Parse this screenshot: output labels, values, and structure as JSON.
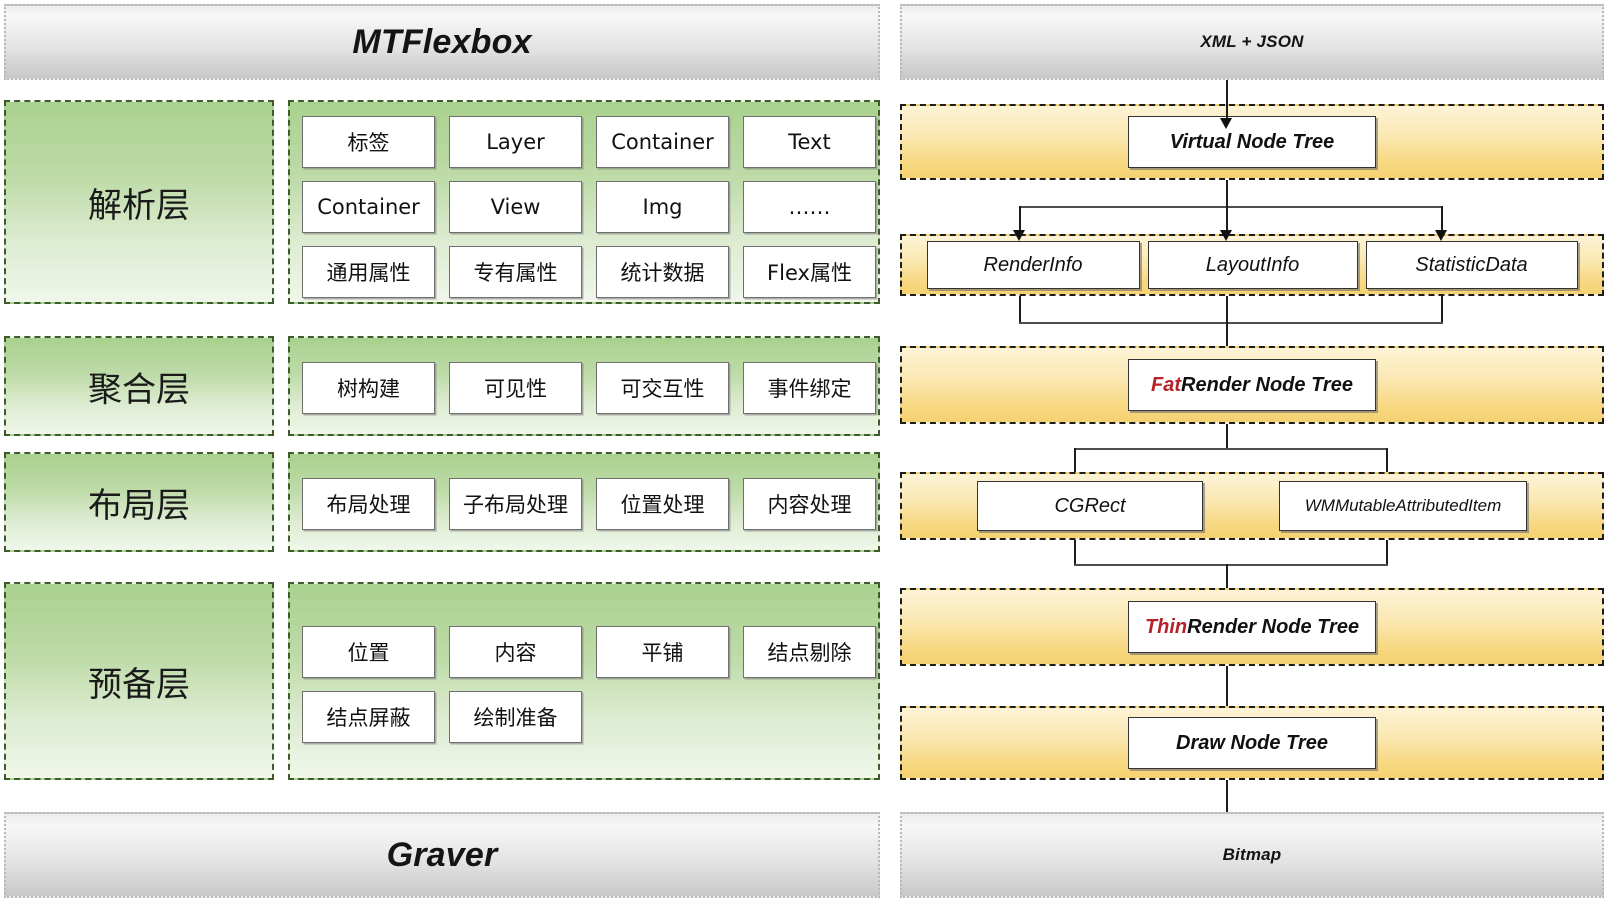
{
  "left": {
    "header": {
      "title": "MTFlexbox"
    },
    "footer": {
      "title": "Graver"
    },
    "layers": [
      {
        "name": "解析层",
        "rows": [
          [
            "标签",
            "Layer",
            "Container",
            "Text"
          ],
          [
            "Container",
            "View",
            "Img",
            "……"
          ],
          [
            "通用属性",
            "专有属性",
            "统计数据",
            "Flex属性"
          ]
        ]
      },
      {
        "name": "聚合层",
        "rows": [
          [
            "树构建",
            "可见性",
            "可交互性",
            "事件绑定"
          ]
        ]
      },
      {
        "name": "布局层",
        "rows": [
          [
            "布局处理",
            "子布局处理",
            "位置处理",
            "内容处理"
          ]
        ]
      },
      {
        "name": "预备层",
        "rows": [
          [
            "位置",
            "内容",
            "平铺",
            "结点剔除"
          ],
          [
            "结点屏蔽",
            "绘制准备"
          ]
        ]
      }
    ]
  },
  "right": {
    "header": {
      "title": "XML + JSON"
    },
    "footer": {
      "title": "Bitmap"
    },
    "stages": [
      {
        "boxes": [
          {
            "accent": "",
            "text": "Virtual Node Tree"
          }
        ]
      },
      {
        "boxes": [
          {
            "accent": "",
            "text": "RenderInfo"
          },
          {
            "accent": "",
            "text": "LayoutInfo"
          },
          {
            "accent": "",
            "text": "StatisticData"
          }
        ]
      },
      {
        "boxes": [
          {
            "accent": "Fat",
            "text": " Render Node Tree"
          }
        ]
      },
      {
        "boxes": [
          {
            "accent": "",
            "text": "CGRect"
          },
          {
            "accent": "",
            "text": "WMMutableAttributedItem"
          }
        ]
      },
      {
        "boxes": [
          {
            "accent": "Thin",
            "text": " Render Node Tree"
          }
        ]
      },
      {
        "boxes": [
          {
            "accent": "",
            "text": "Draw Node Tree"
          }
        ]
      }
    ]
  },
  "colors": {
    "green_top": "#A9D18E",
    "green_bottom": "#F0F7EA",
    "yellow_top": "#FDF3D6",
    "yellow_bottom": "#F5D271",
    "gray_top": "#EDEDED",
    "gray_bottom": "#C8C8C8",
    "accent_red": "#B7222A",
    "line": "#1D1D1D"
  }
}
